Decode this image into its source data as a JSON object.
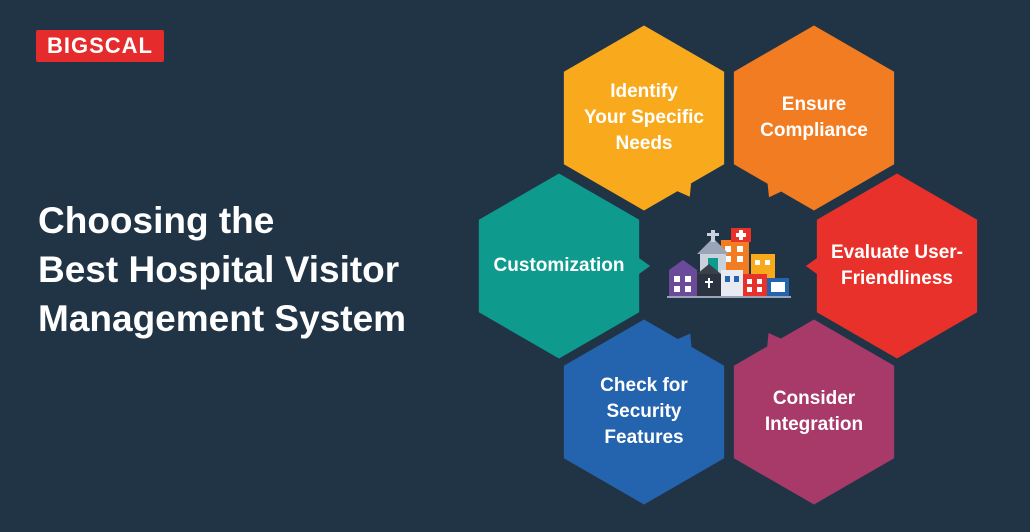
{
  "brand": {
    "logo_text": "BIGSCAL",
    "logo_color": "#e52b2b"
  },
  "headline": {
    "line1": "Choosing the",
    "line2": "Best Hospital Visitor",
    "line3": "Management System"
  },
  "colors": {
    "background": "#213446"
  },
  "center_icon": "hospital-buildings-icon",
  "items": [
    {
      "label": "Identify\nYour Specific\nNeeds",
      "color": "#f8aa1c"
    },
    {
      "label": "Ensure\nCompliance",
      "color": "#f27c21"
    },
    {
      "label": "Evaluate User-\nFriendliness",
      "color": "#e8312a"
    },
    {
      "label": "Consider\nIntegration",
      "color": "#a83a6a"
    },
    {
      "label": "Check for\nSecurity\nFeatures",
      "color": "#2463ae"
    },
    {
      "label": "Customization",
      "color": "#0e9b8e"
    }
  ]
}
